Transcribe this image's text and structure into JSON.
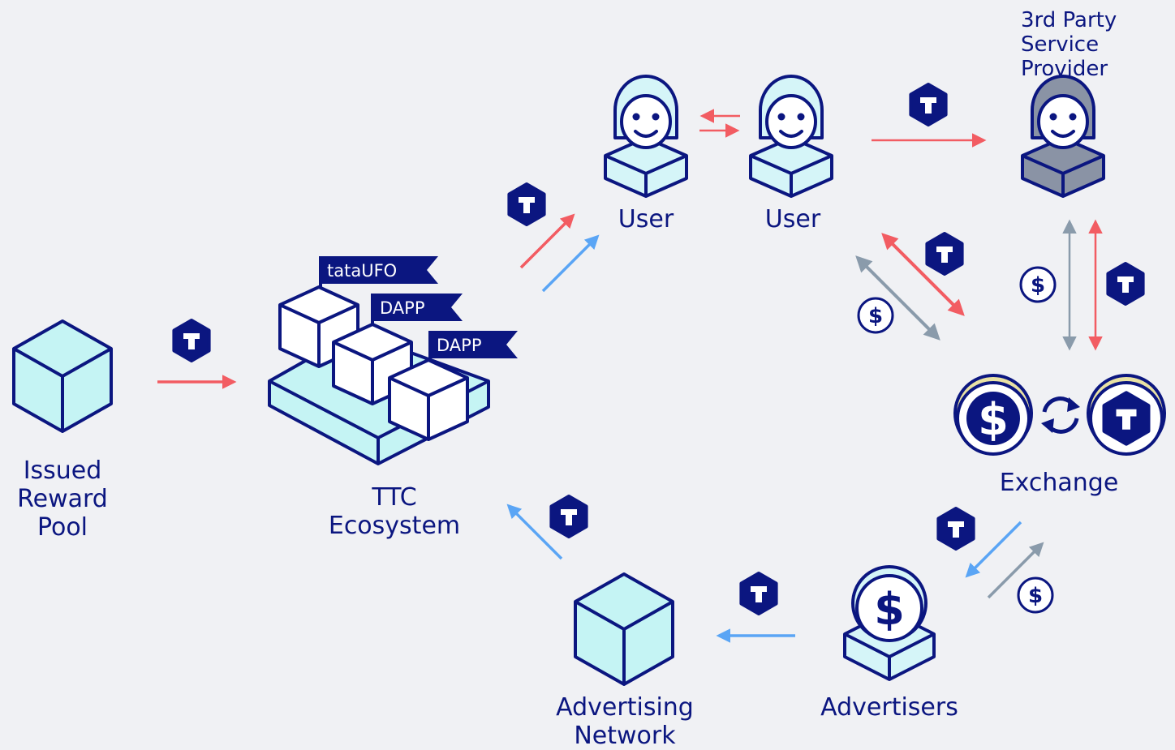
{
  "colors": {
    "background": "#f0f1f4",
    "navy": "#0b1680",
    "cube_fill": "#c5f4f4",
    "user_fill": "#d5f5f8",
    "provider_fill": "#8a93a5",
    "coin_rim": "#e9e2a4",
    "token_flow": "#f25c62",
    "ad_flow": "#5aa5f5",
    "cash_flow": "#8a9bab"
  },
  "nodes": {
    "reward_pool": {
      "lines": [
        "Issued",
        "Reward",
        "Pool"
      ]
    },
    "ecosystem": {
      "lines": [
        "TTC",
        "Ecosystem"
      ],
      "flags": [
        "tataUFO",
        "DAPP",
        "DAPP"
      ]
    },
    "user_1": {
      "label": "User"
    },
    "user_2": {
      "label": "User"
    },
    "provider": {
      "lines": [
        "3rd Party",
        "Service",
        "Provider"
      ]
    },
    "exchange": {
      "label": "Exchange"
    },
    "advertisers": {
      "label": "Advertisers"
    },
    "ad_network": {
      "lines": [
        "Advertising",
        "Network"
      ]
    }
  },
  "icons": {
    "token": "ttc-token-icon",
    "dollar": "dollar-coin-icon",
    "exchange_cycle": "exchange-cycle-icon"
  }
}
